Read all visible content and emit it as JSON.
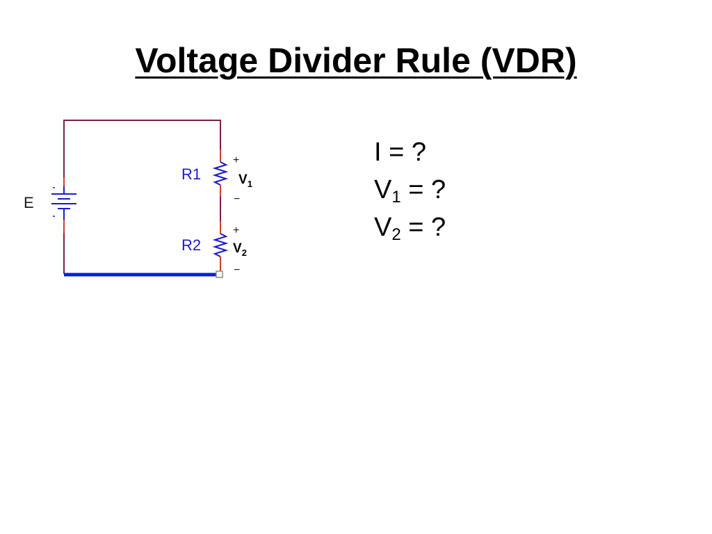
{
  "title": "Voltage Divider Rule (VDR)",
  "circuit": {
    "source_label": "E",
    "resistors": [
      {
        "name": "R1",
        "voltage_symbol": "V",
        "voltage_subscript": "1",
        "plus": "+",
        "minus": "−"
      },
      {
        "name": "R2",
        "voltage_symbol": "V",
        "voltage_subscript": "2",
        "plus": "+",
        "minus": "−"
      }
    ],
    "colors": {
      "wire": "#7a1f4a",
      "ground_wire": "#0a1ee0",
      "component": "#1a1acc",
      "lead": "#d43b2a",
      "node": "#8a8a8a"
    }
  },
  "questions": [
    {
      "symbol": "I",
      "subscript": "",
      "rest": " = ?"
    },
    {
      "symbol": "V",
      "subscript": "1",
      "rest": " = ?"
    },
    {
      "symbol": "V",
      "subscript": "2",
      "rest": " = ?"
    }
  ]
}
